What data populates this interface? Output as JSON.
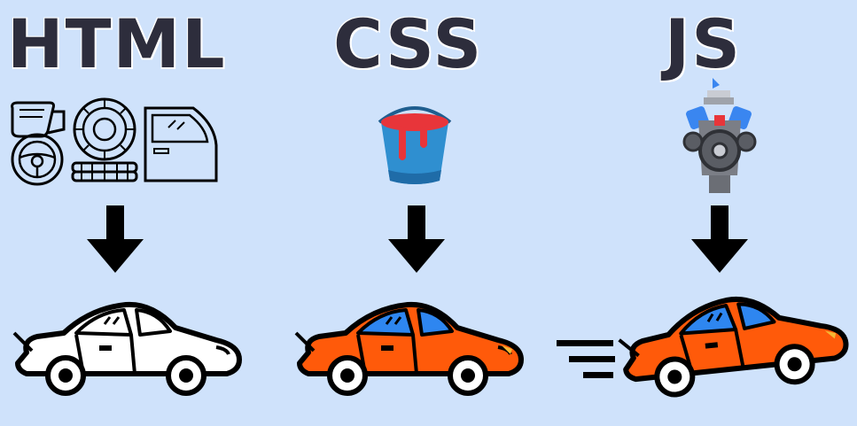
{
  "columns": [
    {
      "id": "html",
      "title": "HTML",
      "icons": [
        "side-mirror-icon",
        "tire-stack-icon",
        "car-door-icon",
        "steering-wheel-icon"
      ],
      "result": "car-outline-icon"
    },
    {
      "id": "css",
      "title": "CSS",
      "icons": [
        "paint-bucket-icon"
      ],
      "result": "car-painted-icon"
    },
    {
      "id": "js",
      "title": "JS",
      "icons": [
        "engine-icon"
      ],
      "result": "car-moving-icon"
    }
  ],
  "colors": {
    "background": "#cfe2fb",
    "heading": "#2d2d3c",
    "car_body": "#ff5a0a",
    "car_window": "#2e86f0",
    "outline": "#000000",
    "bucket_blue": "#2f8fd0",
    "paint_red": "#e8353a",
    "engine_grey": "#7b7e86",
    "engine_blue": "#3a86f0"
  }
}
